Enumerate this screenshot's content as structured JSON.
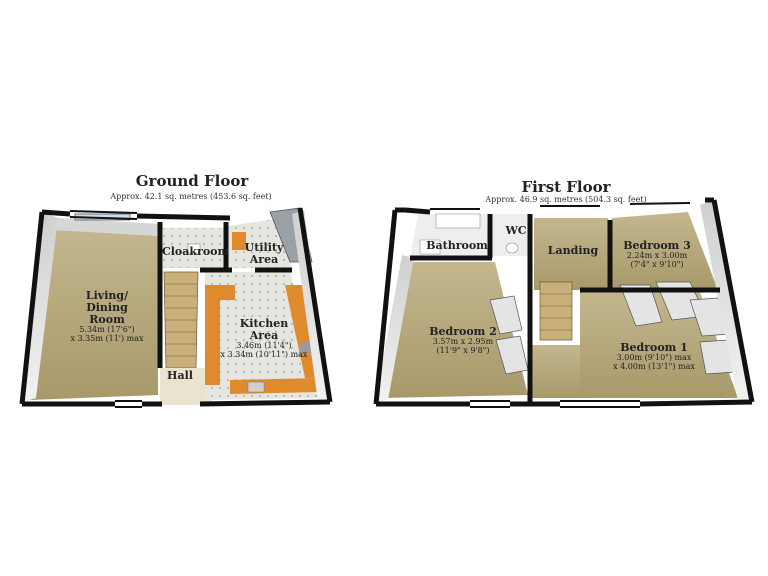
{
  "floors": {
    "ground": {
      "title": "Ground Floor",
      "area": "Approx. 42.1 sq. metres (453.6 sq. feet)",
      "rooms": {
        "living": {
          "name_line1": "Living/",
          "name_line2": "Dining",
          "name_line3": "Room",
          "dim_line1": "5.34m (17'6\")",
          "dim_line2": "x 3.35m (11') max"
        },
        "cloakroom": {
          "name": "Cloakroom"
        },
        "utility": {
          "name_line1": "Utility",
          "name_line2": "Area"
        },
        "kitchen": {
          "name_line1": "Kitchen",
          "name_line2": "Area",
          "dim_line1": "3.46m (11'4\")",
          "dim_line2": "x 3.34m (10'11\") max"
        },
        "hall": {
          "name": "Hall"
        }
      }
    },
    "first": {
      "title": "First Floor",
      "area": "Approx. 46.9 sq. metres (504.3 sq. feet)",
      "rooms": {
        "bathroom": {
          "name": "Bathroom"
        },
        "wc": {
          "name": "WC"
        },
        "landing": {
          "name": "Landing"
        },
        "bedroom3": {
          "name": "Bedroom 3",
          "dim_line1": "2.24m x 3.00m",
          "dim_line2": "(7'4\" x 9'10\")"
        },
        "bedroom2": {
          "name": "Bedroom 2",
          "dim_line1": "3.57m x 2.95m",
          "dim_line2": "(11'9\" x 9'8\")"
        },
        "bedroom1": {
          "name": "Bedroom 1",
          "dim_line1": "3.00m (9'10\") max",
          "dim_line2": "x 4.00m (13'1\") max"
        }
      }
    }
  },
  "colors": {
    "wall": "#111111",
    "floor_carpet": "#b3a57a",
    "floor_tile": "#e2e2dc",
    "wall_inner": "#dcdcdc",
    "worktop": "#e08a2e",
    "stairs": "#c9b07a"
  }
}
